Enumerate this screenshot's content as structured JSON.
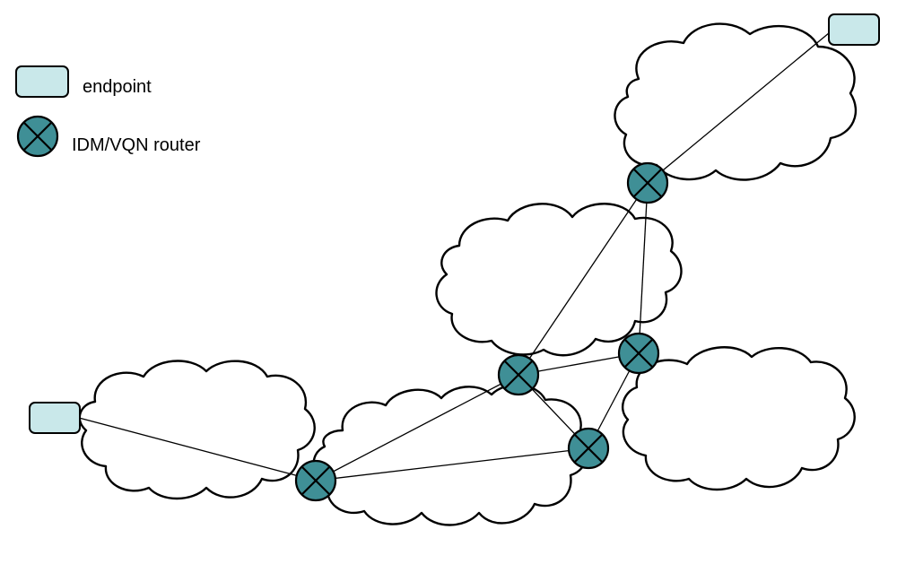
{
  "legend": {
    "endpoint_label": "endpoint",
    "router_label": "IDM/VQN router"
  },
  "colors": {
    "endpoint_fill": "#c9e8ea",
    "router_fill": "#3f8f96",
    "outline": "#000000",
    "cloud_fill": "#ffffff"
  },
  "icons": {
    "endpoint": "endpoint-box-icon",
    "router": "router-cross-circle-icon"
  },
  "network": {
    "clouds": [
      "cloud-left",
      "cloud-bottom-center",
      "cloud-middle",
      "cloud-bottom-right",
      "cloud-top-right"
    ],
    "endpoints": [
      "endpoint-left",
      "endpoint-top-right"
    ],
    "routers": [
      "router-left",
      "router-center",
      "router-mid-right",
      "router-bottom-center",
      "router-top"
    ],
    "links": [
      [
        "endpoint-left",
        "router-left"
      ],
      [
        "router-left",
        "router-center"
      ],
      [
        "router-left",
        "router-bottom-center"
      ],
      [
        "router-center",
        "router-bottom-center"
      ],
      [
        "router-center",
        "router-mid-right"
      ],
      [
        "router-center",
        "router-top"
      ],
      [
        "router-mid-right",
        "router-top"
      ],
      [
        "router-mid-right",
        "router-bottom-center"
      ],
      [
        "router-top",
        "endpoint-top-right"
      ]
    ]
  }
}
